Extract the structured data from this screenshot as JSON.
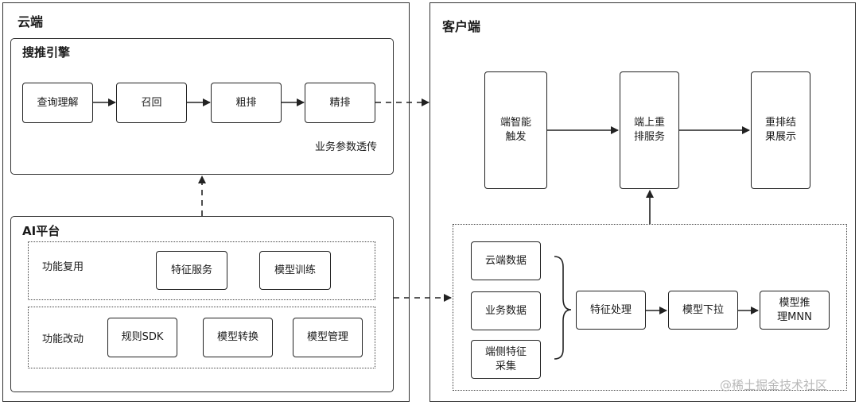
{
  "cloud": {
    "title": "云端",
    "search_engine": {
      "title": "搜推引擎",
      "nodes": [
        "查询理解",
        "召回",
        "粗排",
        "精排"
      ],
      "note": "业务参数透传"
    },
    "ai_platform": {
      "title": "AI平台",
      "reuse": {
        "label": "功能复用",
        "nodes": [
          "特征服务",
          "模型训练"
        ]
      },
      "modify": {
        "label": "功能改动",
        "nodes": [
          "规则SDK",
          "模型转换",
          "模型管理"
        ]
      }
    }
  },
  "client": {
    "title": "客户端",
    "top_nodes": [
      "端智能\n触发",
      "端上重\n排服务",
      "重排结\n果展示"
    ],
    "data_nodes": [
      "云端数据",
      "业务数据",
      "端侧特征\n采集"
    ],
    "pipeline_nodes": [
      "特征处理",
      "模型下拉",
      "模型推\n理MNN"
    ]
  },
  "watermark": "@稀土掘金技术社区"
}
